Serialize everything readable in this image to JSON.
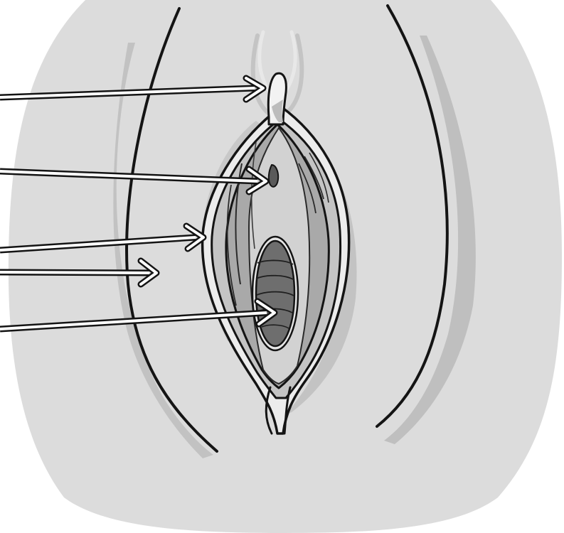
{
  "colors": {
    "background": "#ffffff",
    "skin": "#dcdcdc",
    "shadow": "#bdbdbd",
    "outer_fold": "#c4c4c4",
    "inner_fold": "#a9a9a9",
    "inner_light": "#d2d2d2",
    "opening": "#6e6e6e",
    "outline": "#141414",
    "arrow_outline": "#141414",
    "arrow_fill": "#ffffff"
  },
  "arrows": [
    {
      "target": "upper-structure"
    },
    {
      "target": "small-opening"
    },
    {
      "target": "inner-fold-edge"
    },
    {
      "target": "outer-fold"
    },
    {
      "target": "lower-opening"
    }
  ]
}
